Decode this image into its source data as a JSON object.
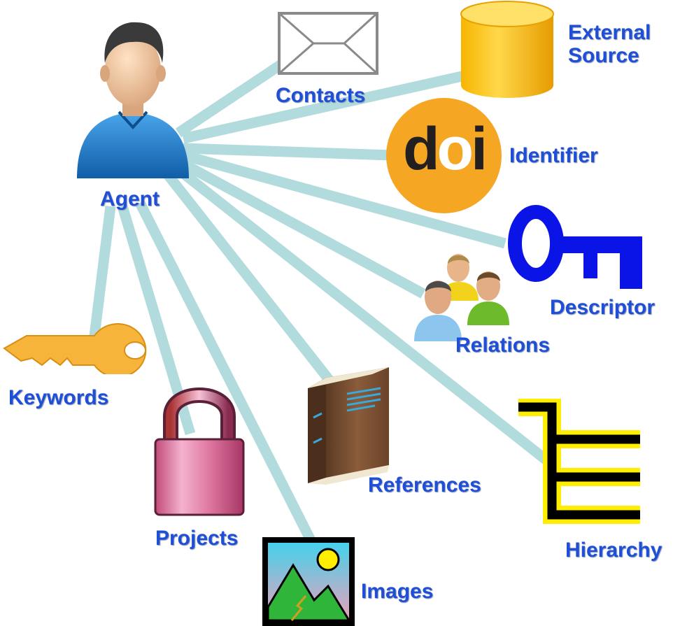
{
  "diagram": {
    "center_node": {
      "label": "Agent",
      "icon": "person-icon"
    },
    "nodes": [
      {
        "id": "contacts",
        "label": "Contacts",
        "icon": "envelope-icon"
      },
      {
        "id": "external-source",
        "label": "External\nSource",
        "icon": "database-cylinder-icon"
      },
      {
        "id": "identifier",
        "label": "Identifier",
        "icon": "doi-logo-icon",
        "icon_text": "doi"
      },
      {
        "id": "descriptor",
        "label": "Descriptor",
        "icon": "blue-key-icon"
      },
      {
        "id": "relations",
        "label": "Relations",
        "icon": "people-group-icon"
      },
      {
        "id": "hierarchy",
        "label": "Hierarchy",
        "icon": "hierarchy-tree-icon"
      },
      {
        "id": "references",
        "label": "References",
        "icon": "book-icon"
      },
      {
        "id": "images",
        "label": "Images",
        "icon": "picture-icon"
      },
      {
        "id": "projects",
        "label": "Projects",
        "icon": "padlock-icon"
      },
      {
        "id": "keywords",
        "label": "Keywords",
        "icon": "gold-key-icon"
      }
    ],
    "colors": {
      "connector": "#b2dbdd",
      "label": "#1f4fd6",
      "doi_orange": "#f5a623",
      "descriptor_blue": "#0b14e6",
      "keyword_gold": "#f7b43a",
      "hierarchy_yellow": "#ffee00"
    }
  }
}
